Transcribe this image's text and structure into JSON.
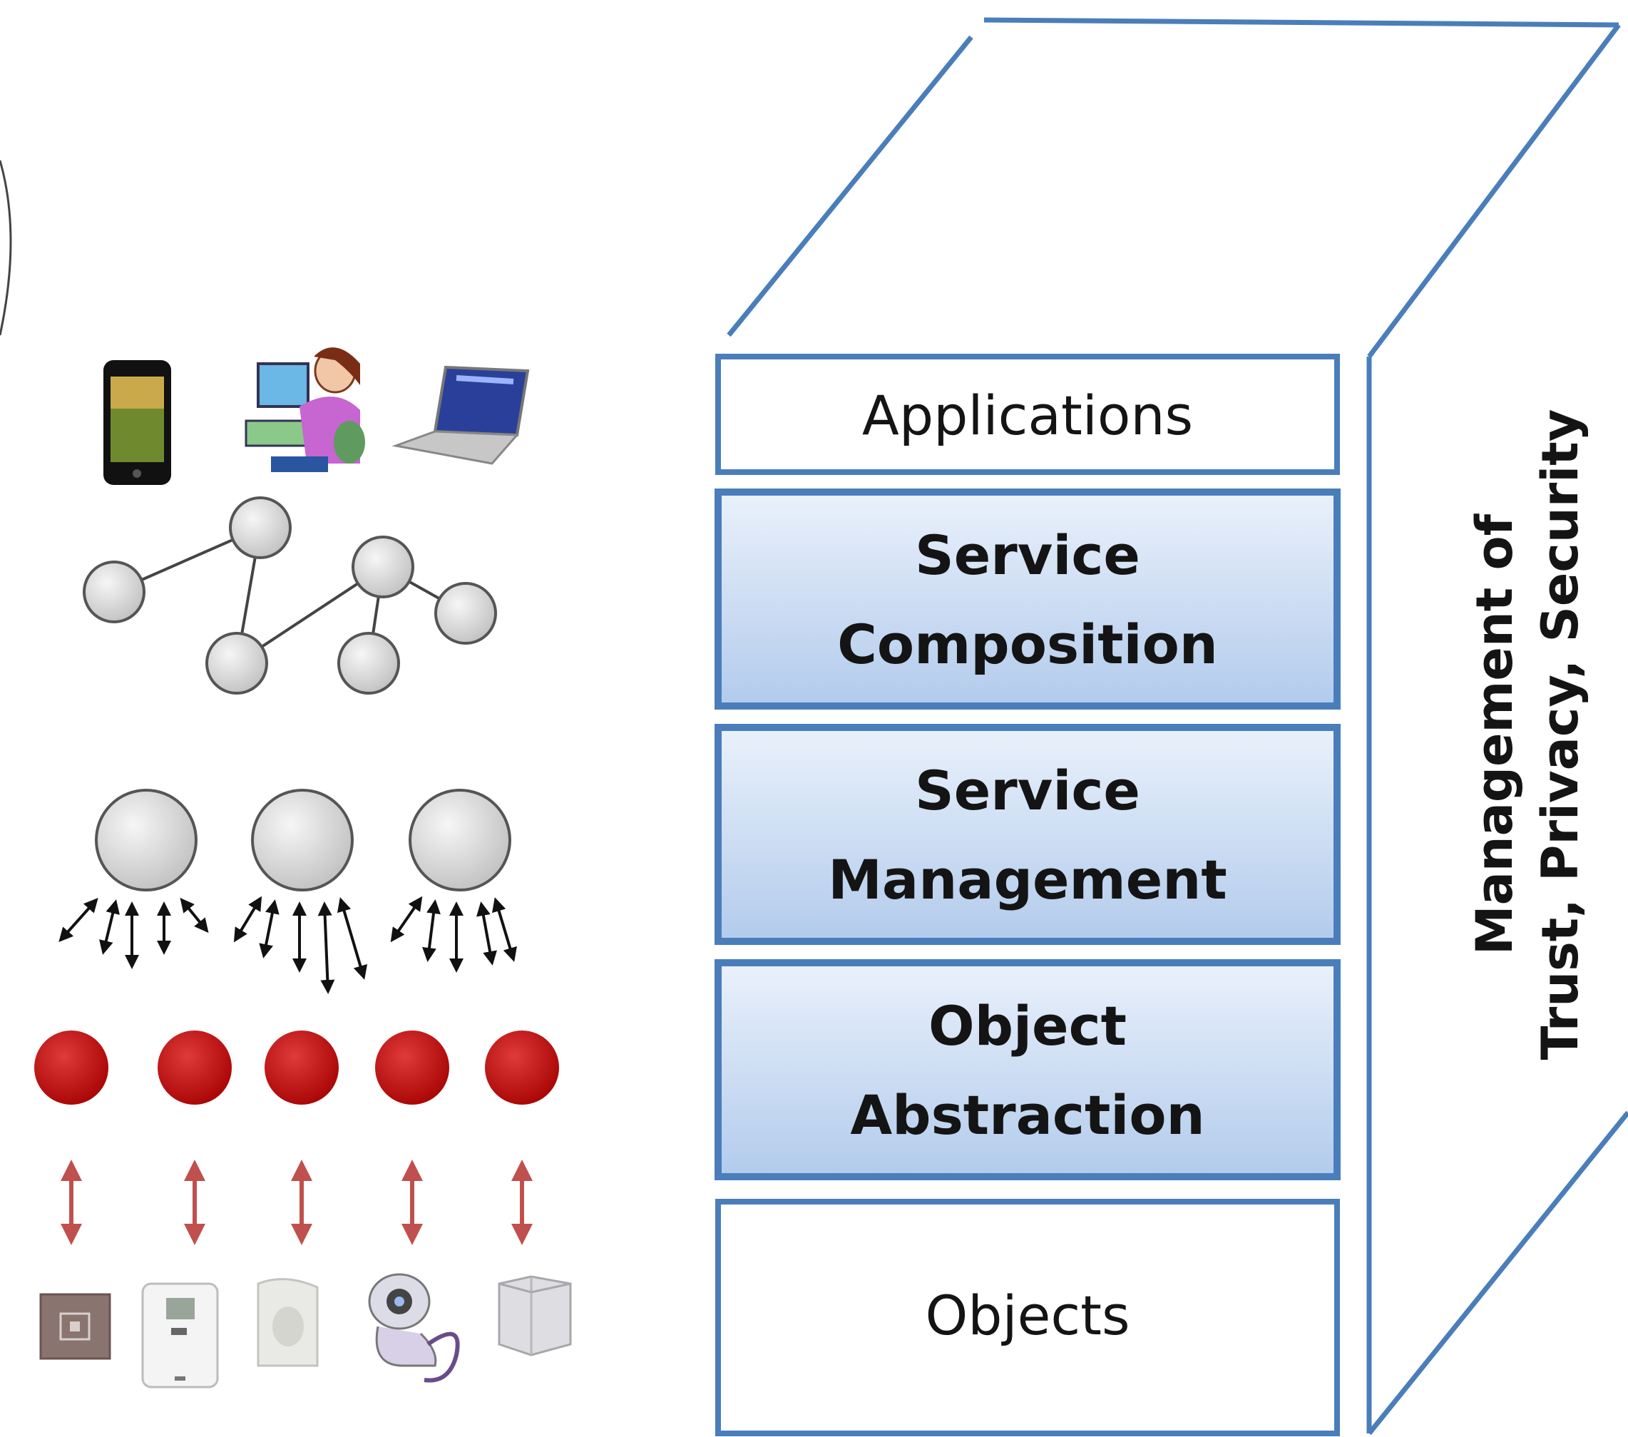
{
  "layers": [
    {
      "lines": [
        "Applications"
      ],
      "style": "plain"
    },
    {
      "lines": [
        "Service",
        "Composition"
      ],
      "style": "shaded"
    },
    {
      "lines": [
        "Service",
        "Management"
      ],
      "style": "shaded"
    },
    {
      "lines": [
        "Object",
        "Abstraction"
      ],
      "style": "shaded"
    },
    {
      "lines": [
        "Objects"
      ],
      "style": "plain"
    }
  ],
  "side_panel": {
    "line1": "Management of",
    "line2": "Trust, Privacy, Security"
  },
  "icons": {
    "top_devices": [
      "smartphone-icon",
      "desktop-user-icon",
      "laptop-icon"
    ],
    "bottom_devices": [
      "rfid-tag-icon",
      "meter-icon",
      "motion-sensor-icon",
      "webcam-icon",
      "server-box-icon"
    ]
  },
  "colors": {
    "outline_blue": "#4f81bd",
    "layer_fill_top": "#eaf1fb",
    "layer_fill_bottom": "#b2cbec",
    "node_gray": "#d8d8d8",
    "object_red": "#c00000",
    "arrow_red": "#c0504d"
  }
}
